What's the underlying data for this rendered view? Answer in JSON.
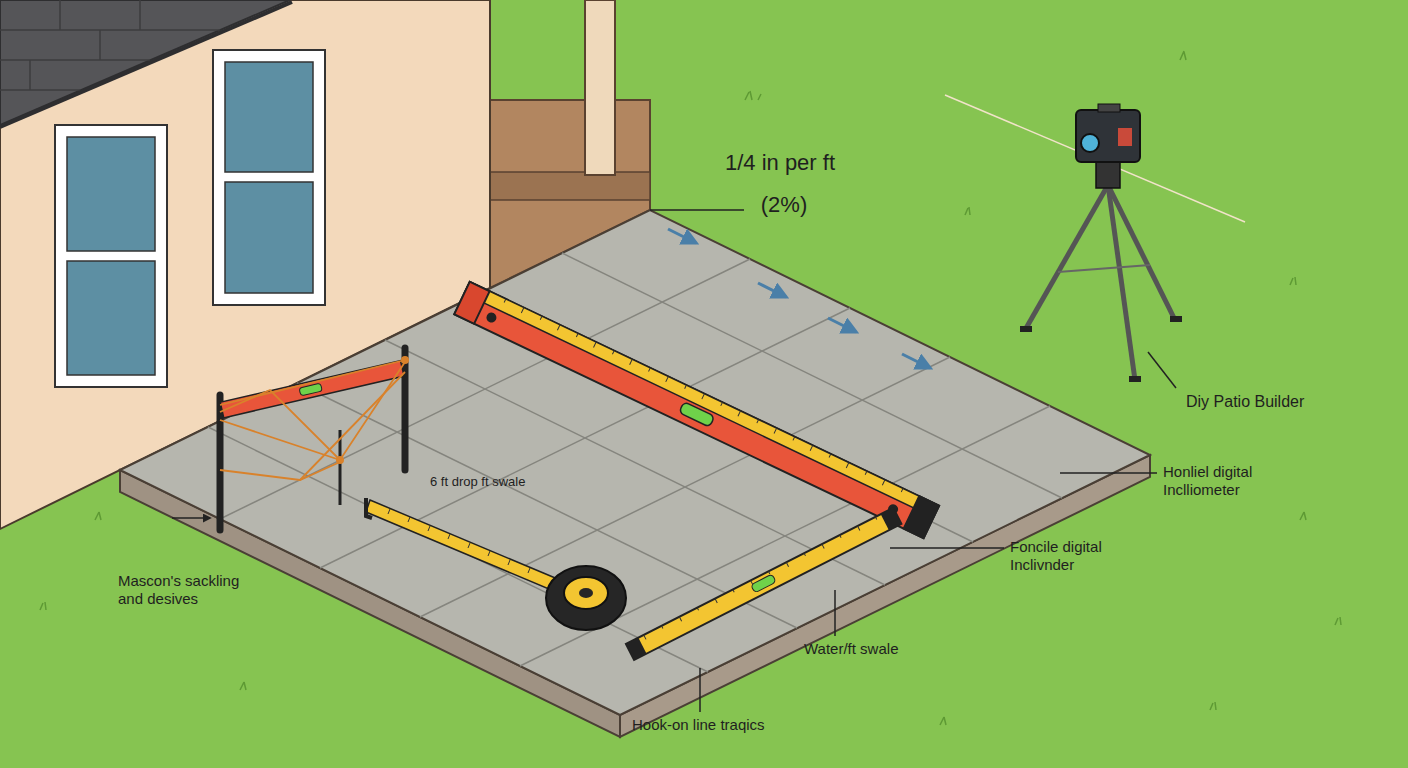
{
  "diagram": {
    "labels": [
      "1/4 in per ft",
      "(2%)",
      "6 ft drop ft swale",
      "Diy Patio Builder",
      "Honliel digital Inclliometer",
      "Foncile digital Inclivnder",
      "Water/ft swale",
      "Hook-on line traqics",
      "Mascon's sackling and desives"
    ]
  }
}
